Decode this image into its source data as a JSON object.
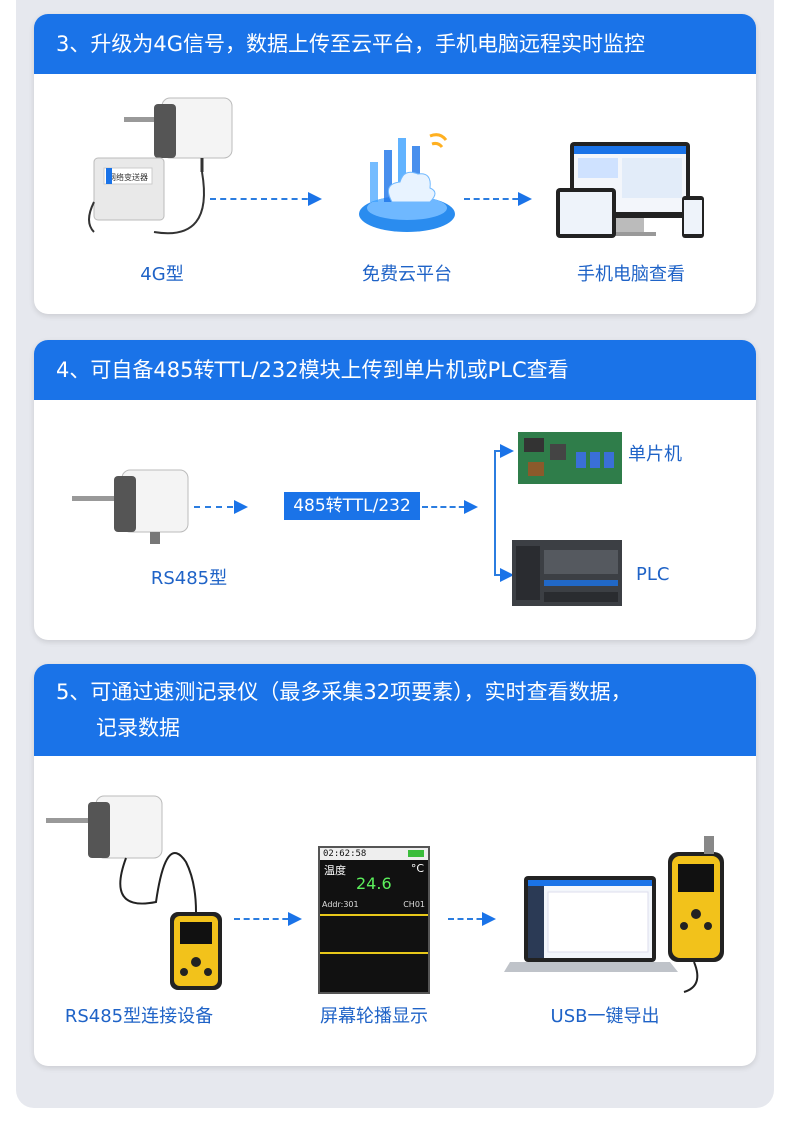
{
  "colors": {
    "accent": "#1a73e8",
    "label": "#1f63c7",
    "background": "#e6e8ee"
  },
  "section3": {
    "title": "3、升级为4G信号，数据上传至云平台，手机电脑远程实时监控",
    "device_label": "4G型",
    "device_nameplate": "网络变送器",
    "cloud_label": "免费云平台",
    "pc_label": "手机电脑查看"
  },
  "section4": {
    "title": "4、可自备485转TTL/232模块上传到单片机或PLC查看",
    "device_label": "RS485型",
    "converter_label": "485转TTL/232",
    "mcu_label": "单片机",
    "plc_label": "PLC"
  },
  "section5": {
    "title_line1": "5、可通过速测记录仪（最多采集32项要素），实时查看数据，",
    "title_line2": "记录数据",
    "device_label": "RS485型连接设备",
    "display_label": "屏幕轮播显示",
    "export_label": "USB一键导出",
    "screen": {
      "time": "02:62:58",
      "parameter": "温度",
      "unit": "°C",
      "value": "24.6",
      "addr": "Addr:301",
      "channel": "CH01"
    }
  }
}
